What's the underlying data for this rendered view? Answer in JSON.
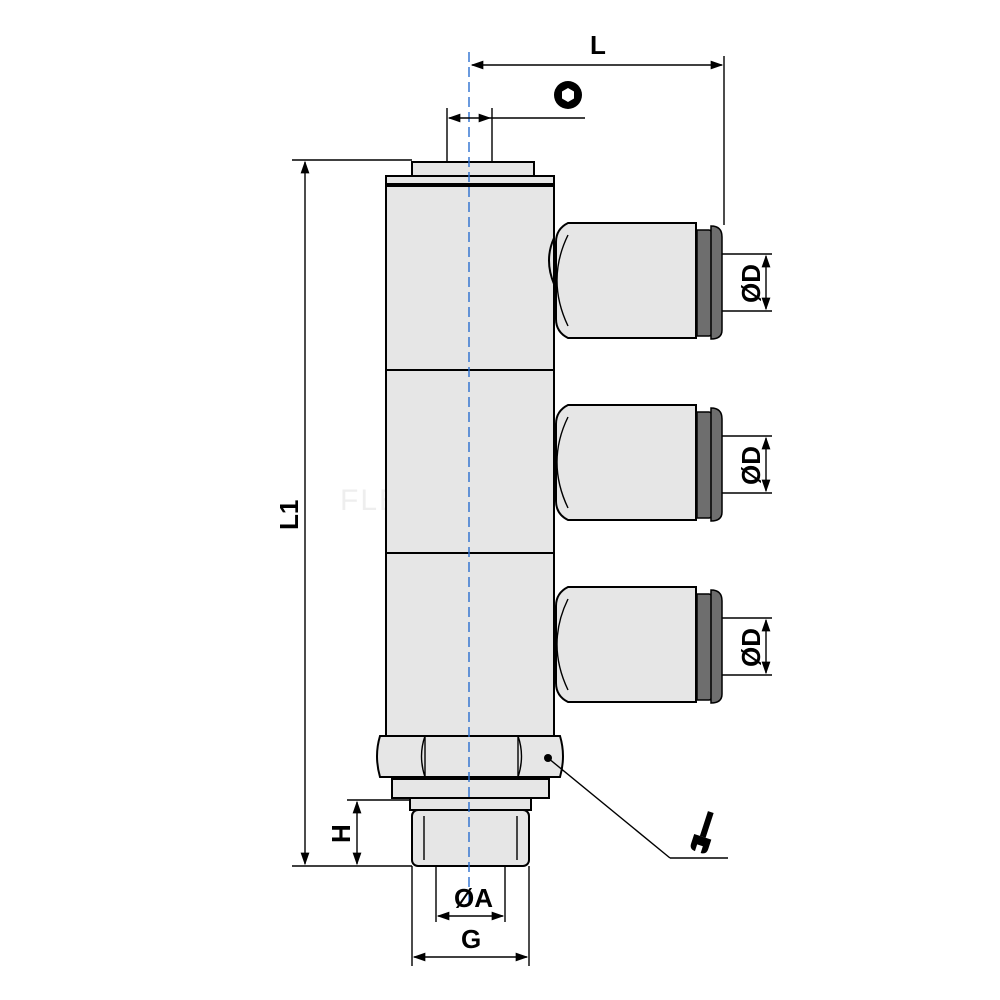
{
  "labels": {
    "L": "L",
    "L1": "L1",
    "H": "H",
    "OA": "ØA",
    "G": "G",
    "OD": "ØD"
  },
  "watermark": "FLEXIBLE HOSE",
  "icons": {
    "hex_socket": "hex-socket-icon",
    "wrench": "wrench-icon"
  }
}
